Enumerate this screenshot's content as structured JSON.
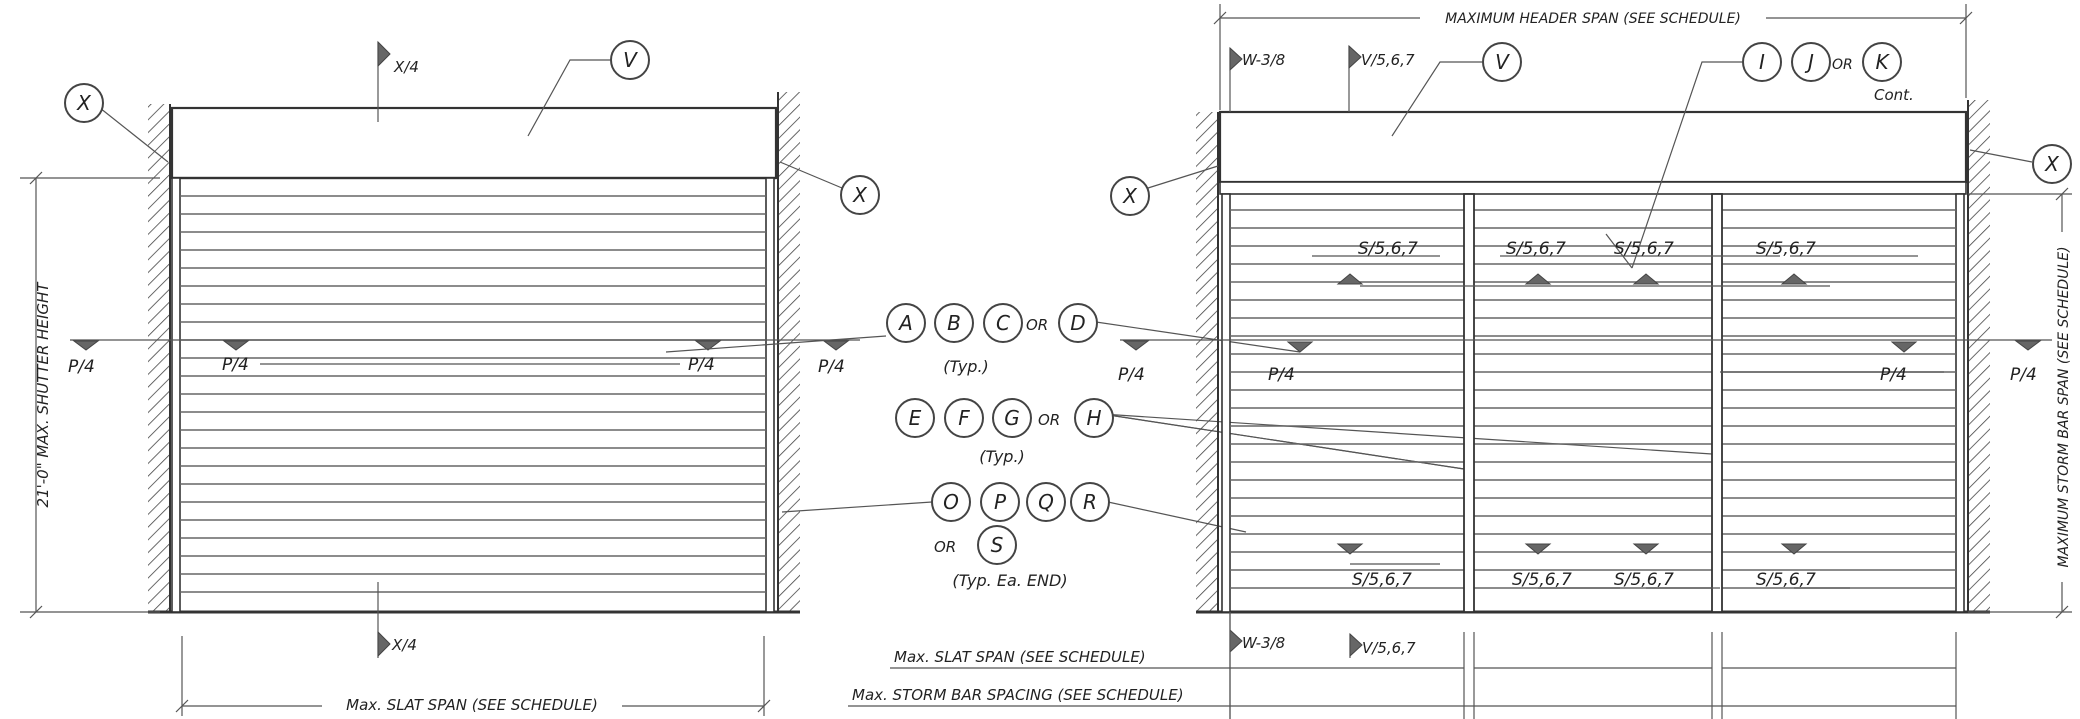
{
  "left_view": {
    "section_top": "X/4",
    "section_bottom": "X/4",
    "bubble_header": "V",
    "bubble_wall_left": "X",
    "bubble_wall_right": "X",
    "height_dim": "21'-0\" MAX. SHUTTER HEIGHT",
    "slat_span_dim": "Max. SLAT SPAN (SEE SCHEDULE)",
    "p_markers": [
      "P/4",
      "P/4",
      "P/4",
      "P/4"
    ]
  },
  "center_callouts": {
    "slat_group": [
      "A",
      "B",
      "C",
      "D"
    ],
    "slat_or": "OR",
    "slat_typ": "(Typ.)",
    "bar_group": [
      "E",
      "F",
      "G",
      "H"
    ],
    "bar_or": "OR",
    "bar_typ": "(Typ.)",
    "end_group": [
      "O",
      "P",
      "Q",
      "R",
      "S"
    ],
    "end_or": "OR",
    "end_typ": "(Typ. Ea. END)"
  },
  "right_view": {
    "header_span_dim": "MAXIMUM HEADER SPAN (SEE SCHEDULE)",
    "weld_top": "W-3/8",
    "weld_bottom": "W-3/8",
    "v_top": "V/5,6,7",
    "v_bottom": "V/5,6,7",
    "bubble_header": "V",
    "bubbles_bar": [
      "I",
      "J",
      "K"
    ],
    "bar_or": "OR",
    "cont_label": "Cont.",
    "bubble_wall_left": "X",
    "bubble_wall_right": "X",
    "s_top": [
      "S/5,6,7",
      "S/5,6,7",
      "S/5,6,7",
      "S/5,6,7"
    ],
    "s_bottom": [
      "S/5,6,7",
      "S/5,6,7",
      "S/5,6,7",
      "S/5,6,7"
    ],
    "p_markers": [
      "P/4",
      "P/4",
      "P/4",
      "P/4"
    ],
    "storm_bar_span_dim": "MAXIMUM STORM BAR SPAN (SEE SCHEDULE)",
    "slat_span_dim": "Max. SLAT SPAN (SEE SCHEDULE)",
    "storm_bar_spacing_dim": "Max. STORM BAR SPACING (SEE SCHEDULE)"
  }
}
